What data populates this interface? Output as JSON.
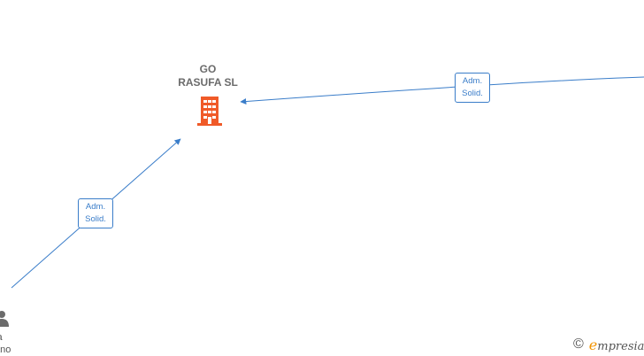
{
  "company": {
    "name_line1": "GO",
    "name_line2": "RASUFA  SL",
    "icon": "building-icon",
    "icon_color": "#f05a28"
  },
  "relations": [
    {
      "line1": "Adm.",
      "line2": "Solid."
    },
    {
      "line1": "Adm.",
      "line2": "Solid."
    }
  ],
  "person": {
    "name_line1": "ia",
    "name_line2": "ano",
    "icon": "person-icon"
  },
  "edge_color": "#3a7dc9",
  "brand": {
    "copyright": "©",
    "name_initial": "e",
    "name_rest": "mpresia"
  }
}
